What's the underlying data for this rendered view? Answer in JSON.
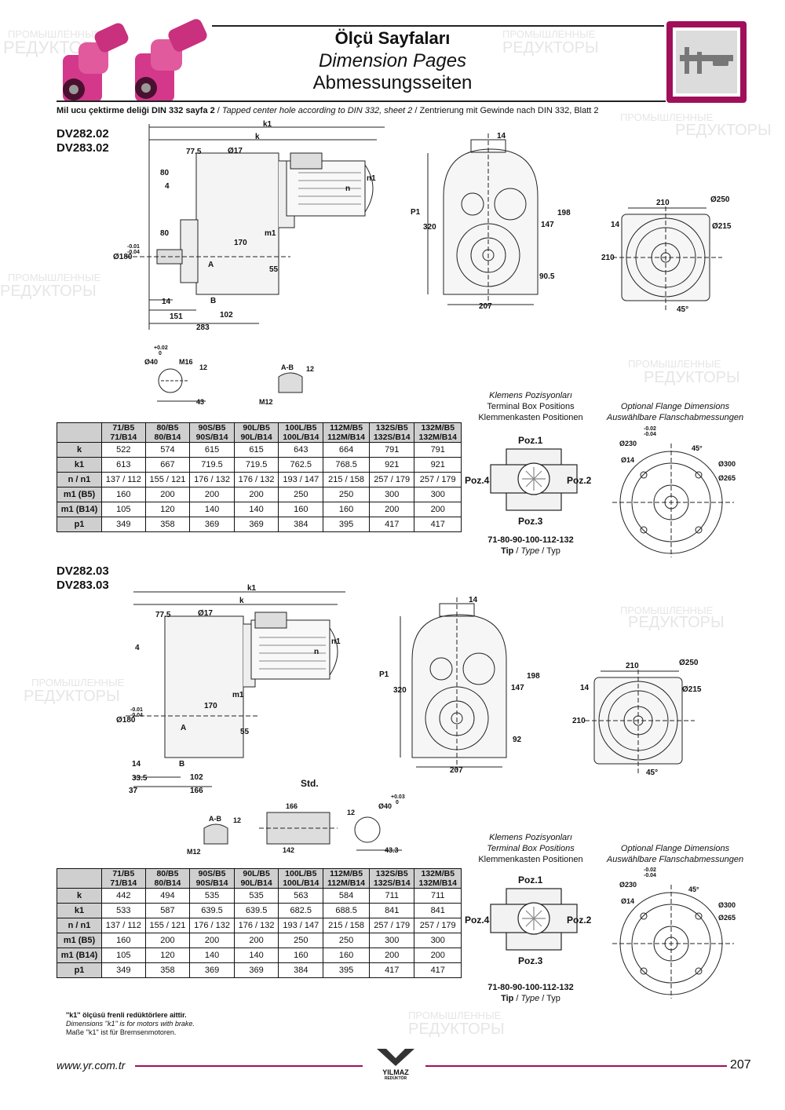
{
  "header": {
    "title_tr": "Ölçü Sayfaları",
    "title_en": "Dimension Pages",
    "title_de": "Abmessungsseiten",
    "note_tr": "Mil ucu çektirme deliği DIN 332 sayfa 2",
    "note_en": "Tapped center hole according to DIN 332, sheet 2",
    "note_de": "Zentrierung mit Gewinde nach DIN 332, Blatt 2"
  },
  "section1": {
    "model_a": "DV282.02",
    "model_b": "DV283.02",
    "dims": {
      "k1": "k1",
      "k": "k",
      "d77": "77.5",
      "d17": "Ø17",
      "d80a": "80",
      "d4": "4",
      "d80b": "80",
      "n1": "n1",
      "n": "n",
      "m1": "m1",
      "d170": "170",
      "d55": "55",
      "A": "A",
      "B": "B",
      "d180": "Ø180",
      "tol_a": "-0.01",
      "tol_b": "-0.04",
      "d14": "14",
      "d151": "151",
      "d102": "102",
      "d283": "283",
      "d14t": "14",
      "P1": "P1",
      "d320": "320",
      "d198": "198",
      "d147": "147",
      "d905": "90.5",
      "d207": "207",
      "d210a": "210",
      "d250": "Ø250",
      "d14f": "14",
      "d215": "Ø215",
      "d210b": "210",
      "d45": "45°",
      "shaft_tol_a": "+0.02",
      "shaft_tol_b": "0",
      "d40": "Ø40",
      "m16": "M16",
      "d12": "12",
      "d43": "43",
      "ab": "A-B",
      "d12b": "12",
      "m12": "M12"
    },
    "table": {
      "headers": [
        [
          "71/B5",
          "71/B14"
        ],
        [
          "80/B5",
          "80/B14"
        ],
        [
          "90S/B5",
          "90S/B14"
        ],
        [
          "90L/B5",
          "90L/B14"
        ],
        [
          "100L/B5",
          "100L/B14"
        ],
        [
          "112M/B5",
          "112M/B14"
        ],
        [
          "132S/B5",
          "132S/B14"
        ],
        [
          "132M/B5",
          "132M/B14"
        ]
      ],
      "rows": [
        {
          "label": "k",
          "values": [
            "522",
            "574",
            "615",
            "615",
            "643",
            "664",
            "791",
            "791"
          ]
        },
        {
          "label": "k1",
          "values": [
            "613",
            "667",
            "719.5",
            "719.5",
            "762.5",
            "768.5",
            "921",
            "921"
          ]
        },
        {
          "label": "n / n1",
          "values": [
            "137 / 112",
            "155 / 121",
            "176 / 132",
            "176 / 132",
            "193 / 147",
            "215 / 158",
            "257 / 179",
            "257 / 179"
          ]
        },
        {
          "label": "m1 (B5)",
          "values": [
            "160",
            "200",
            "200",
            "200",
            "250",
            "250",
            "300",
            "300"
          ]
        },
        {
          "label": "m1 (B14)",
          "values": [
            "105",
            "120",
            "140",
            "140",
            "160",
            "160",
            "200",
            "200"
          ]
        },
        {
          "label": "p1",
          "values": [
            "349",
            "358",
            "369",
            "369",
            "384",
            "395",
            "417",
            "417"
          ]
        }
      ]
    },
    "terminal": {
      "title_tr": "Klemens Pozisyonları",
      "title_en": "Terminal Box Positions",
      "title_de": "Klemmenkasten Positionen",
      "poz1": "Poz.1",
      "poz2": "Poz.2",
      "poz3": "Poz.3",
      "poz4": "Poz.4",
      "types": "71-80-90-100-112-132",
      "tip": "Tip",
      "type_en": "Type",
      "type_de": "Typ"
    },
    "flange": {
      "title_en": "Optional Flange Dimensions",
      "title_de": "Auswählbare Flanschabmessungen",
      "tol_a": "-0.02",
      "tol_b": "-0.04",
      "d230": "Ø230",
      "d14": "Ø14",
      "a45": "45°",
      "d300": "Ø300",
      "d265": "Ø265"
    }
  },
  "section2": {
    "model_a": "DV282.03",
    "model_b": "DV283.03",
    "dims": {
      "k1": "k1",
      "k": "k",
      "d77": "77.5",
      "d17": "Ø17",
      "d4": "4",
      "n1": "n1",
      "n": "n",
      "m1": "m1",
      "d170": "170",
      "d55": "55",
      "A": "A",
      "B": "B",
      "d180": "Ø180",
      "tol_a": "-0.01",
      "tol_b": "-0.04",
      "d14": "14",
      "d335": "33.5",
      "d102": "102",
      "d37": "37",
      "d166": "166",
      "std": "Std.",
      "d14t": "14",
      "P1": "P1",
      "d320": "320",
      "d198": "198",
      "d147": "147",
      "d92": "92",
      "d207": "207",
      "d210a": "210",
      "d250": "Ø250",
      "d14f": "14",
      "d215": "Ø215",
      "d210b": "210",
      "d45": "45°",
      "ab": "A-B",
      "d12": "12",
      "m12": "M12",
      "d166b": "166",
      "d142": "142",
      "d12c": "12",
      "d40": "Ø40",
      "tol_c": "+0.03",
      "tol_d": "0",
      "d433": "43.3"
    },
    "table": {
      "headers": [
        [
          "71/B5",
          "71/B14"
        ],
        [
          "80/B5",
          "80/B14"
        ],
        [
          "90S/B5",
          "90S/B14"
        ],
        [
          "90L/B5",
          "90L/B14"
        ],
        [
          "100L/B5",
          "100L/B14"
        ],
        [
          "112M/B5",
          "112M/B14"
        ],
        [
          "132S/B5",
          "132S/B14"
        ],
        [
          "132M/B5",
          "132M/B14"
        ]
      ],
      "rows": [
        {
          "label": "k",
          "values": [
            "442",
            "494",
            "535",
            "535",
            "563",
            "584",
            "711",
            "711"
          ]
        },
        {
          "label": "k1",
          "values": [
            "533",
            "587",
            "639.5",
            "639.5",
            "682.5",
            "688.5",
            "841",
            "841"
          ]
        },
        {
          "label": "n / n1",
          "values": [
            "137 / 112",
            "155 / 121",
            "176 / 132",
            "176 / 132",
            "193 / 147",
            "215 / 158",
            "257 / 179",
            "257 / 179"
          ]
        },
        {
          "label": "m1 (B5)",
          "values": [
            "160",
            "200",
            "200",
            "200",
            "250",
            "250",
            "300",
            "300"
          ]
        },
        {
          "label": "m1 (B14)",
          "values": [
            "105",
            "120",
            "140",
            "140",
            "160",
            "160",
            "200",
            "200"
          ]
        },
        {
          "label": "p1",
          "values": [
            "349",
            "358",
            "369",
            "369",
            "384",
            "395",
            "417",
            "417"
          ]
        }
      ]
    },
    "terminal": {
      "title_tr": "Klemens Pozisyonları",
      "title_en": "Terminal Box Positions",
      "title_de": "Klemmenkasten Positionen",
      "poz1": "Poz.1",
      "poz2": "Poz.2",
      "poz3": "Poz.3",
      "poz4": "Poz.4",
      "types": "71-80-90-100-112-132",
      "tip": "Tip",
      "type_en": "Type",
      "type_de": "Typ"
    },
    "flange": {
      "title_en": "Optional Flange Dimensions",
      "title_de": "Auswählbare Flanschabmessungen",
      "tol_a": "-0.02",
      "tol_b": "-0.04",
      "d230": "Ø230",
      "d14": "Ø14",
      "a45": "45°",
      "d300": "Ø300",
      "d265": "Ø265"
    }
  },
  "brake_note": {
    "tr": "''k1'' ölçüsü frenli redüktörlere aittir.",
    "en": "Dimensions ''k1'' is for motors with brake.",
    "de": "Maße ''k1'' ist für Bremsenmotoren."
  },
  "footer": {
    "url": "www.yr.com.tr",
    "brand": "YILMAZ",
    "brand_sub": "REDÜKTÖR",
    "page": "207"
  },
  "watermark": {
    "line1": "ПРОМЫШЛЕННЫЕ",
    "line2": "РЕДУКТОРЫ"
  },
  "colors": {
    "accent": "#a0105a",
    "product_magenta": "#d4388a",
    "table_header": "#cfcfcf"
  }
}
